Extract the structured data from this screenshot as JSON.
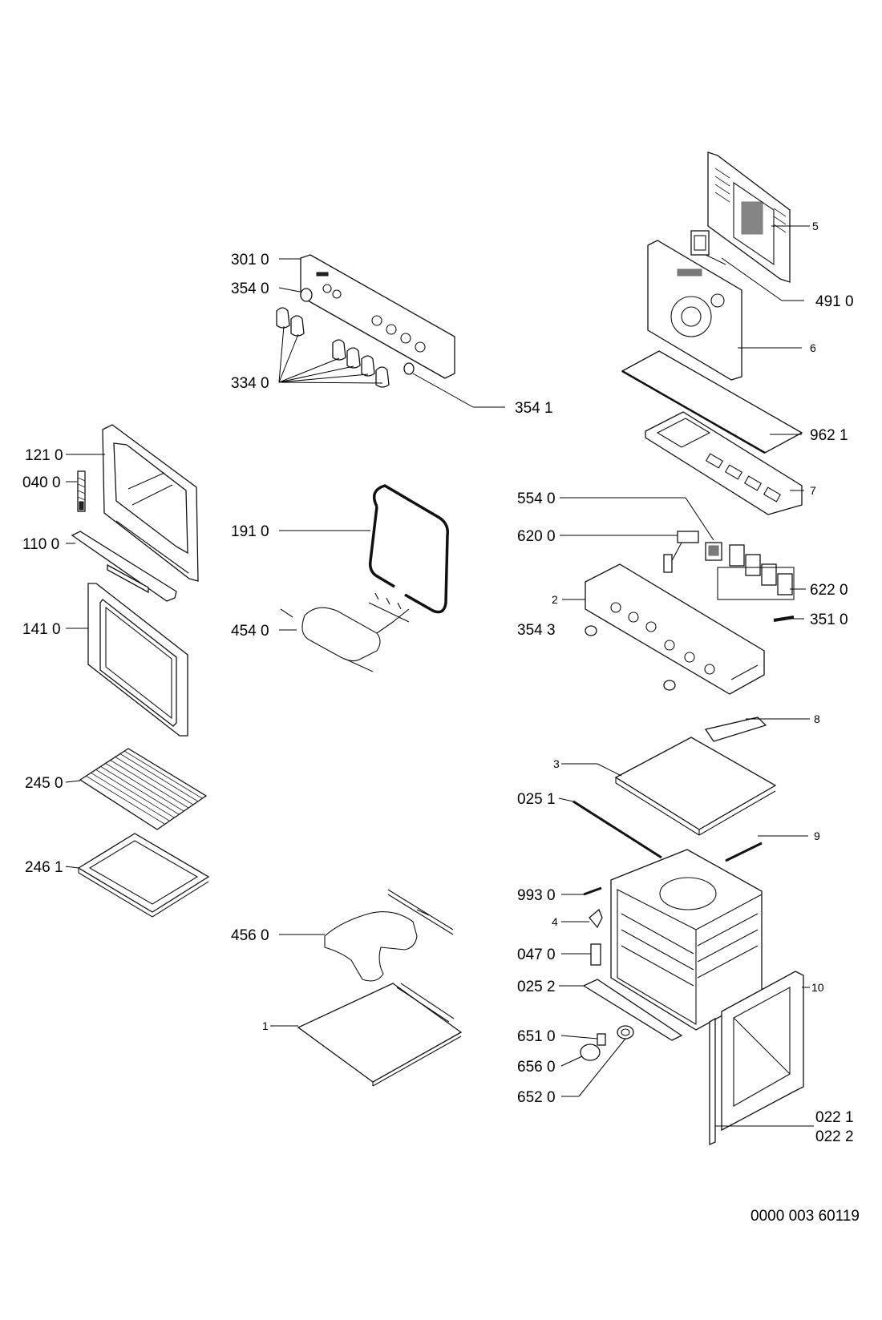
{
  "labels": {
    "l_301_0": "301 0",
    "l_354_0": "354 0",
    "l_334_0": "334 0",
    "l_354_1": "354 1",
    "l_121_0": "121 0",
    "l_040_0": "040 0",
    "l_110_0": "110 0",
    "l_141_0": "141 0",
    "l_245_0": "245 0",
    "l_246_1": "246 1",
    "l_191_0": "191 0",
    "l_454_0": "454 0",
    "l_456_0": "456 0",
    "l_1": "1",
    "l_5": "5",
    "l_491_0": "491 0",
    "l_6": "6",
    "l_962_1": "962 1",
    "l_7": "7",
    "l_554_0": "554 0",
    "l_620_0": "620 0",
    "l_622_0": "622 0",
    "l_2": "2",
    "l_354_3": "354 3",
    "l_351_0": "351 0",
    "l_8": "8",
    "l_3": "3",
    "l_025_1": "025 1",
    "l_9": "9",
    "l_993_0": "993 0",
    "l_4": "4",
    "l_047_0": "047 0",
    "l_025_2": "025 2",
    "l_10": "10",
    "l_651_0": "651 0",
    "l_656_0": "656 0",
    "l_652_0": "652 0",
    "l_022_1": "022 1",
    "l_022_2": "022 2"
  },
  "drawing_number": "0000 003 60119"
}
